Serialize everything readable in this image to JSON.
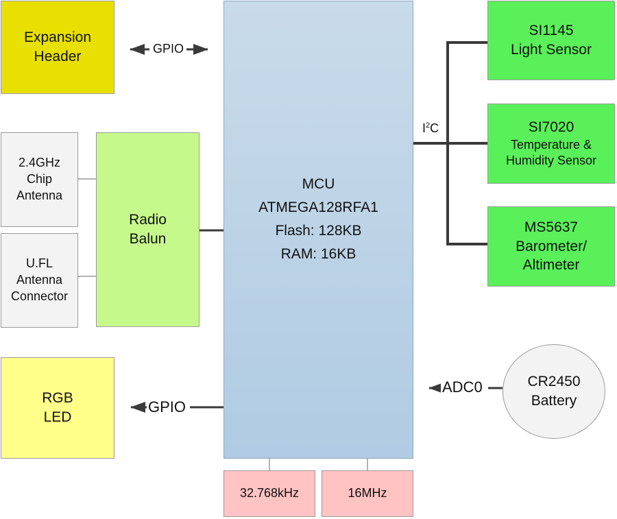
{
  "blocks": {
    "expansion_header": {
      "lines": [
        "Expansion",
        "Header"
      ]
    },
    "rgb_led": {
      "lines": [
        "RGB",
        "LED"
      ]
    },
    "chip_antenna": {
      "lines": [
        "2.4GHz",
        "Chip",
        "Antenna"
      ]
    },
    "ufl_connector": {
      "lines": [
        "U.FL",
        "Antenna",
        "Connector"
      ]
    },
    "radio_balun": {
      "lines": [
        "Radio",
        "Balun"
      ]
    },
    "mcu": {
      "lines": [
        "MCU",
        "ATMEGA128RFA1",
        "Flash: 128KB",
        "RAM: 16KB"
      ]
    },
    "crystal_32k": {
      "label": "32.768kHz"
    },
    "crystal_16m": {
      "label": "16MHz"
    },
    "si1145": {
      "lines": [
        "SI1145",
        "Light Sensor"
      ]
    },
    "si7020": {
      "lines": [
        "SI7020",
        "Temperature &",
        "Humidity Sensor"
      ]
    },
    "ms5637": {
      "lines": [
        "MS5637",
        "Barometer/",
        "Altimeter"
      ]
    },
    "battery": {
      "lines": [
        "CR2450",
        "Battery"
      ]
    }
  },
  "connections": {
    "gpio_top": "GPIO",
    "gpio_bottom": "GPIO",
    "adc": "ADC0",
    "i2c": {
      "base": "I",
      "sup": "2",
      "suffix": "C"
    }
  },
  "colors": {
    "expansion_header": "#e8e000",
    "rgb_led": "#ffff8a",
    "antenna_blocks": "#f3f3f3",
    "radio_balun": "#c6f98b",
    "mcu": "#b8d1e6",
    "crystals": "#ffc3c3",
    "sensors": "#5af05a",
    "wire": "#3a3a3a"
  }
}
